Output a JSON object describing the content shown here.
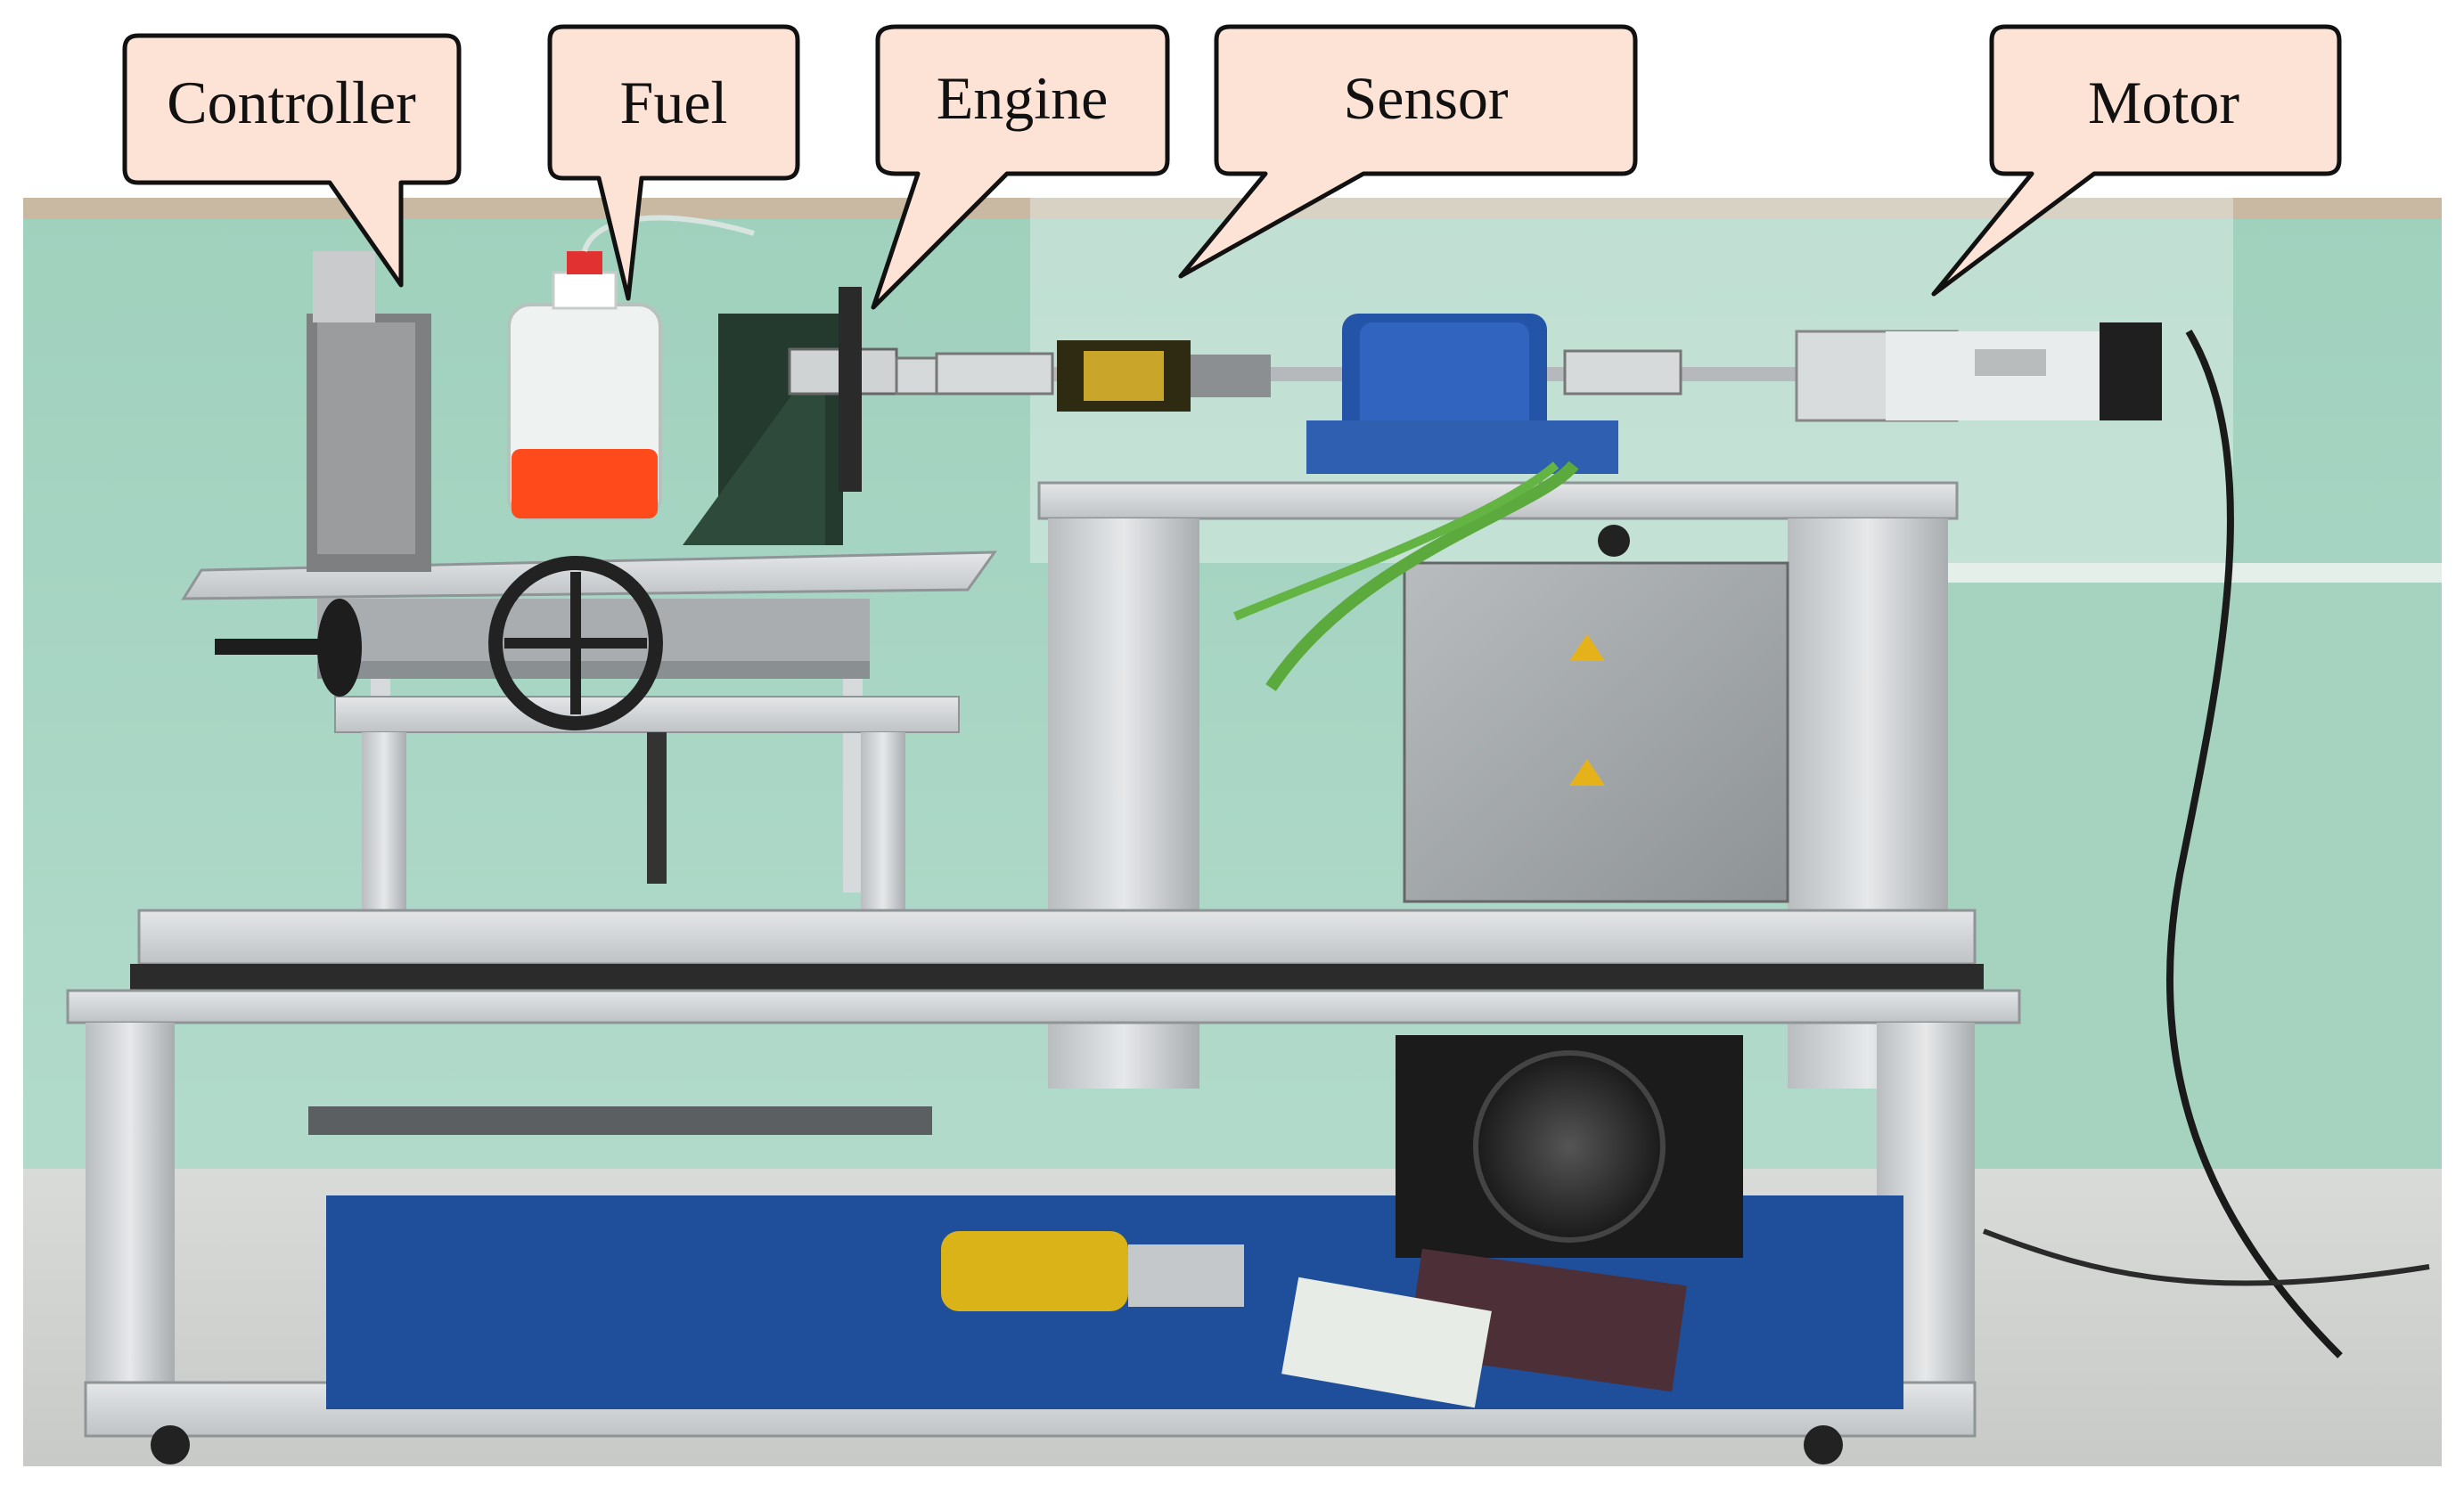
{
  "figure": {
    "callouts": [
      {
        "id": "controller",
        "label": "Controller"
      },
      {
        "id": "fuel",
        "label": "Fuel"
      },
      {
        "id": "engine",
        "label": "Engine"
      },
      {
        "id": "sensor",
        "label": "Sensor"
      },
      {
        "id": "motor",
        "label": "Motor"
      }
    ],
    "colors": {
      "callout_fill": "#fde3d6",
      "callout_stroke": "#111111",
      "wall": "#a9d6c4",
      "frame": "#c9cdcf",
      "fuel": "#ff4a1c",
      "tray": "#1f4f9a",
      "sensor_body": "#2454a8"
    }
  }
}
